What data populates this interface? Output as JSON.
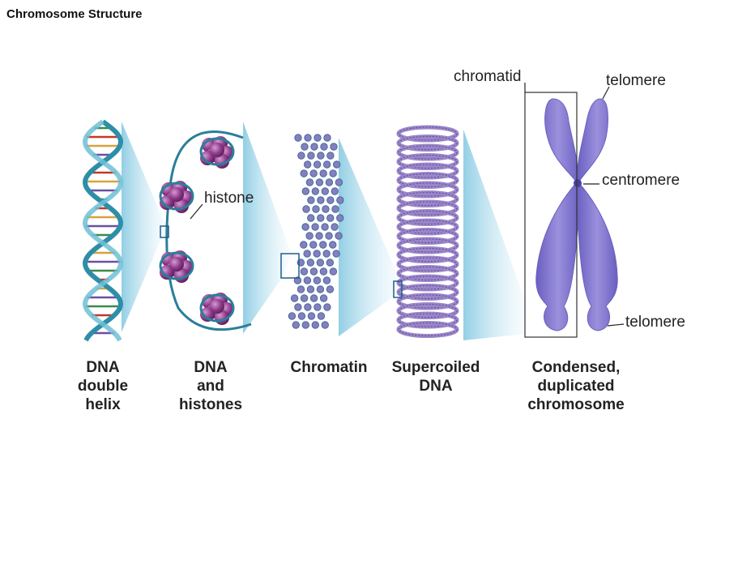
{
  "page": {
    "title": "Chromosome Structure"
  },
  "stages": [
    {
      "id": "dna-double-helix",
      "lines": [
        "DNA",
        "double",
        "helix"
      ]
    },
    {
      "id": "dna-and-histones",
      "lines": [
        "DNA",
        "and",
        "histones"
      ]
    },
    {
      "id": "chromatin",
      "lines": [
        "Chromatin"
      ]
    },
    {
      "id": "supercoiled-dna",
      "lines": [
        "Supercoiled",
        "DNA"
      ]
    },
    {
      "id": "condensed-chromosome",
      "lines": [
        "Condensed,",
        "duplicated",
        "chromosome"
      ]
    }
  ],
  "callouts": {
    "histone": "histone",
    "chromatid": "chromatid",
    "telomere_top": "telomere",
    "centromere": "centromere",
    "telomere_bottom": "telomere"
  },
  "colors": {
    "helix_strand": "#2e8ea8",
    "histone": "#8e3a8a",
    "link_dna": "#2a7f99",
    "chromatin_bead": "#8a7cc0",
    "supercoil": "#9a86c8",
    "chromosome": "#7f72c9",
    "zoom_wedge": "#8fd0e6",
    "zoom_box": "#1f5f8b"
  }
}
